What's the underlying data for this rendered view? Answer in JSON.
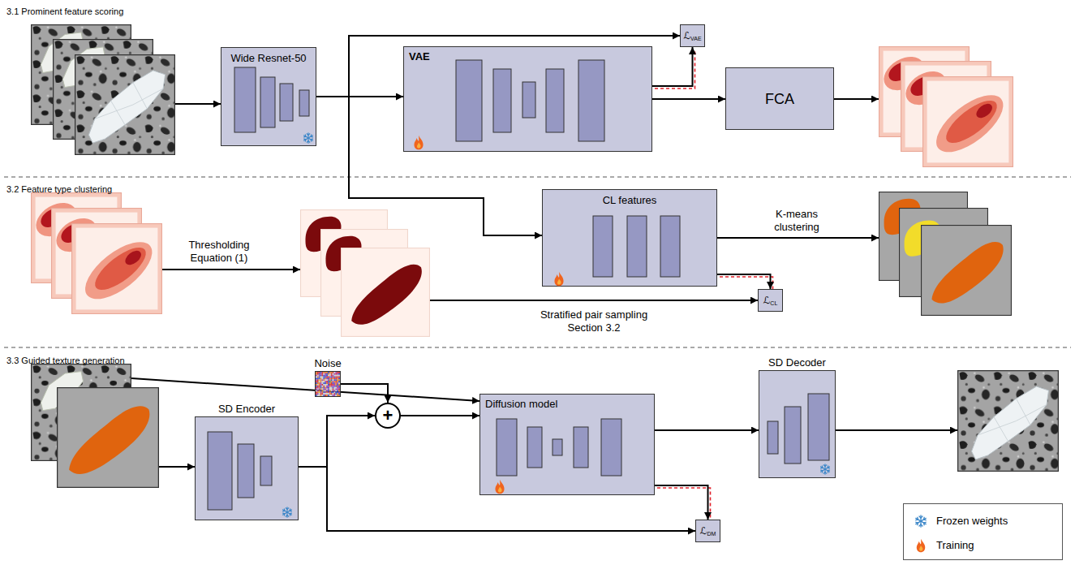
{
  "diagram": {
    "nodes": [
      {
        "text": [
          "Wide Resnet-50"
        ]
      },
      {
        "text": [
          "VAE"
        ]
      },
      {
        "text": [
          "ℒ",
          "VAE"
        ]
      },
      {
        "text": [
          "FCA"
        ]
      },
      {
        "text": [
          "CL features"
        ]
      },
      {
        "text": [
          "ℒ",
          "CL"
        ]
      },
      {
        "text": [
          "SD Encoder"
        ]
      },
      {
        "text": [
          "Noise"
        ]
      },
      {
        "text": [
          "+"
        ]
      },
      {
        "text": [
          "Diffusion model"
        ]
      },
      {
        "text": [
          "ℒ",
          "DM"
        ]
      },
      {
        "text": [
          "SD Decoder"
        ]
      }
    ],
    "edges": [
      {
        "from": 0,
        "to": 1,
        "arrow": "to"
      },
      {
        "from": 0,
        "to": 2,
        "arrow": "to"
      },
      {
        "from": 0,
        "to": 4,
        "arrow": "to"
      },
      {
        "from": 1,
        "to": 2,
        "arrow": "to"
      },
      {
        "from": 1,
        "to": 3,
        "arrow": "to"
      },
      {
        "from": 4,
        "to": 5,
        "arrow": "to"
      },
      {
        "from": 6,
        "to": 8,
        "arrow": "to"
      },
      {
        "from": 6,
        "to": 10,
        "arrow": "to"
      },
      {
        "from": 7,
        "to": 8,
        "arrow": "to"
      },
      {
        "from": 8,
        "to": 9,
        "arrow": "to"
      },
      {
        "from": 9,
        "to": 10,
        "arrow": "to"
      },
      {
        "from": 9,
        "to": 11,
        "arrow": "to"
      }
    ],
    "labels": [
      "3.1 Prominent feature scoring",
      "3.2 Feature type clustering",
      "3.3 Guided texture generation",
      "Thresholding",
      "Equation (1)",
      "K-means",
      "clustering",
      "Stratified pair sampling",
      "Section 3.2"
    ],
    "legend": [
      {
        "text": "Frozen weights"
      },
      {
        "text": "Training"
      }
    ]
  }
}
